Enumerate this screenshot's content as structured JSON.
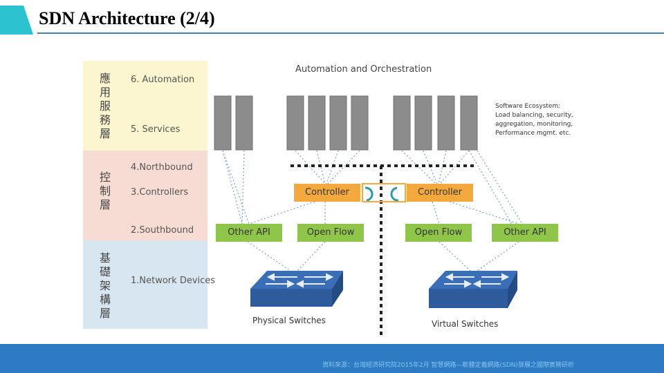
{
  "slide": {
    "title": "SDN Architecture (2/4)"
  },
  "layers": [
    {
      "cjk": "應用服務層",
      "items": [
        "6. Automation",
        "5. Services"
      ]
    },
    {
      "cjk": "控制層",
      "items": [
        "4.Northbound",
        "3.Controllers",
        "2.Southbound"
      ]
    },
    {
      "cjk": "基礎架構層",
      "items": [
        "1.Network Devices"
      ]
    }
  ],
  "diagram": {
    "title": "Automation and Orchestration",
    "ecosystem_note": "Software Ecosystem:\nLoad balancing, security,\naggregation, monitoring,\nPerformance mgmt. etc.",
    "controllers": [
      "Controller",
      "Controller"
    ],
    "apis": [
      "Other API",
      "Open Flow",
      "Open Flow",
      "Other API"
    ],
    "switches": [
      "Physical Switches",
      "Virtual Switches"
    ]
  },
  "colors": {
    "title_bar": "#2cc3d0",
    "app_block": "#8c8c8c",
    "controller": "#f3a93b",
    "api": "#8fc64a",
    "switch_top": "#3a6fb8",
    "footer": "#2e7bc4"
  },
  "footer": {
    "source": "資料來源：台灣經濟研究院2015年2月 智慧網路—軟體定義網路(SDN)發展之國際實務研析"
  }
}
